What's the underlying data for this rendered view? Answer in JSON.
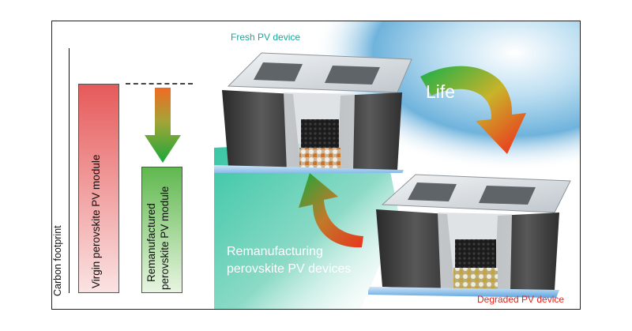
{
  "axis_label": "Carbon footprint",
  "bars": {
    "virgin_label": "Virgin perovskite PV module",
    "remanufactured_label_line1": "Remanufactured",
    "remanufactured_label_line2": "perovskite PV module"
  },
  "labels": {
    "fresh": "Fresh PV device",
    "life": "Life",
    "remanufacturing_line1": "Remanufacturing",
    "remanufacturing_line2": "perovskite PV devices",
    "degraded": "Degraded PV device"
  },
  "colors": {
    "fresh_label": "#19a79a",
    "degraded_label": "#e8241c",
    "remanufacturing_label": "#ffffff",
    "life_label": "#ffffff",
    "virgin_bar_top": "#e65a5a",
    "virgin_bar_bottom": "#fbe3e3",
    "remanufactured_bar_top": "#5fb84e",
    "remanufactured_bar_bottom": "#e8f5e1"
  }
}
